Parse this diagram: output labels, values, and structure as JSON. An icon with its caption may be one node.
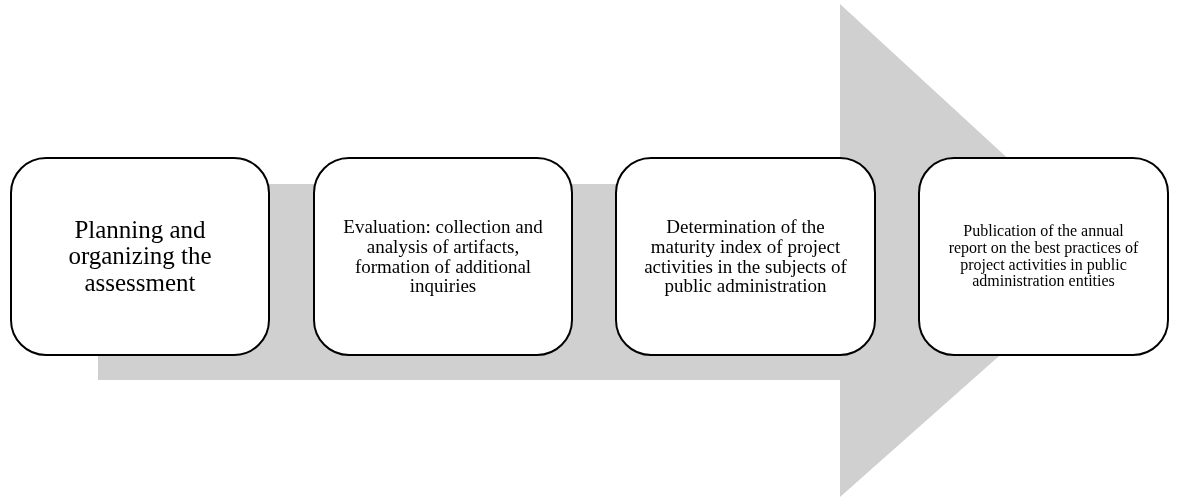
{
  "diagram": {
    "nodes": [
      {
        "text": [
          "Planning and organizing the assessment"
        ]
      },
      {
        "text": [
          "Evaluation: collection and analysis of artifacts, formation of additional inquiries"
        ]
      },
      {
        "text": [
          "Determination of the maturity index of project activities in the subjects of public administration"
        ]
      },
      {
        "text": [
          "Publication of the annual report on the best practices of project activities in public administration entities"
        ]
      }
    ],
    "edges": [
      {
        "from": 0,
        "to": 3,
        "arrow": "to"
      }
    ]
  }
}
